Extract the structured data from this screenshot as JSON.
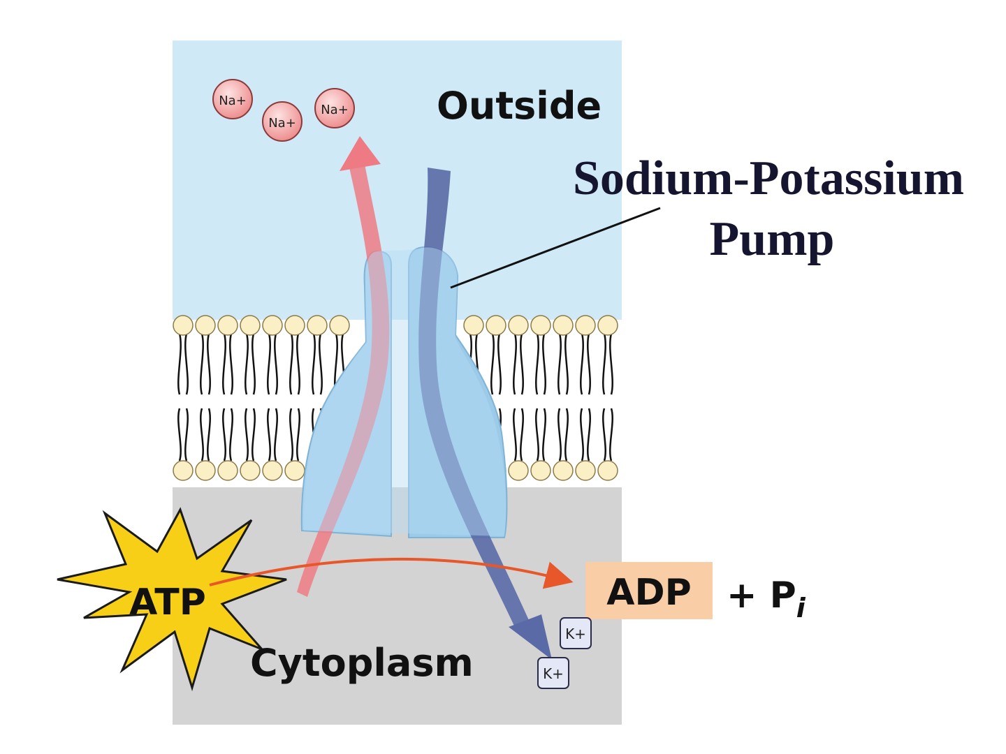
{
  "labels": {
    "outside": "Outside",
    "pump_line1": "Sodium-Potassium",
    "pump_line2": "Pump",
    "cytoplasm": "Cytoplasm",
    "atp": "ATP",
    "adp": "ADP",
    "pi_plus": "+ P",
    "pi_sub": "i"
  },
  "ions": {
    "sodium": [
      "Na+",
      "Na+",
      "Na+"
    ],
    "potassium": [
      "K+",
      "K+"
    ]
  },
  "colors": {
    "outside_bg": "#cfe9f6",
    "cytoplasm_bg": "#d3d3d3",
    "lipid_head": "#fbefc6",
    "lipid_head_stroke": "#8a7a4a",
    "pump_body": "#a8d2ee",
    "sodium_arrow": "#ee7b84",
    "potassium_arrow": "#5a6aa6",
    "atp_burst": "#f7cf16",
    "adp_box": "#f9cda5",
    "reaction_arrow": "#e8572a",
    "sodium_ion": "#f4a9a9"
  }
}
